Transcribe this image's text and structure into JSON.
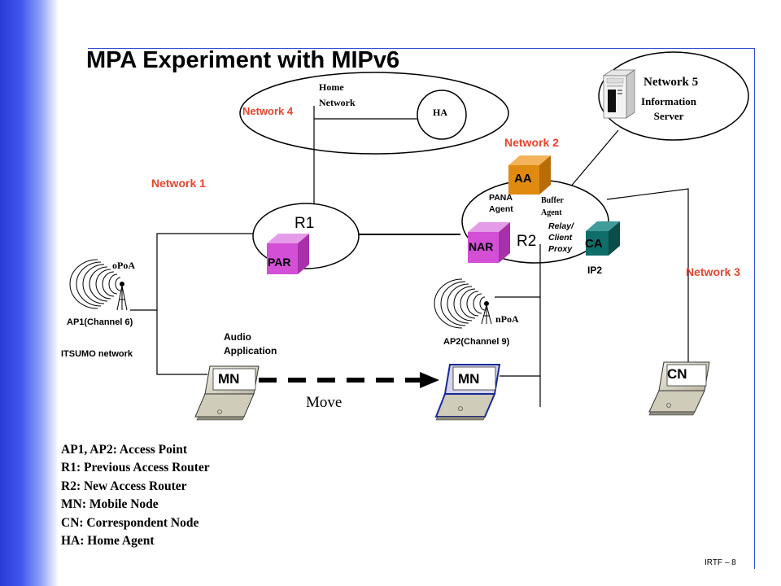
{
  "slide": {
    "title": "MPA Experiment with MIPv6",
    "footer": "IRTF  – 8"
  },
  "networks": {
    "network1": "Network 1",
    "network2": "Network 2",
    "network3": "Network 3",
    "network4": "Network 4",
    "network5": "Network 5"
  },
  "labels": {
    "home_network_line1": "Home",
    "home_network_line2": "Network",
    "ha": "HA",
    "info_server_line1": "Information",
    "info_server_line2": "Server",
    "r1": "R1",
    "r2": "R2",
    "par": "PAR",
    "nar": "NAR",
    "aa": "AA",
    "ca": "CA",
    "ip2": "IP2",
    "pana_agent_line1": "PANA",
    "pana_agent_line2": "Agent",
    "buffer_agent_line1": "Buffer",
    "buffer_agent_line2": "Agent",
    "relay_line1": "Relay/",
    "relay_line2": "Client",
    "relay_line3": "Proxy",
    "opoa": "oPoA",
    "npoa": "nPoA",
    "ap1": "AP1(Channel  6)",
    "ap2": "AP2(Channel  9)",
    "itsumo": "ITSUMO network",
    "audio_line1": "Audio",
    "audio_line2": "Application",
    "mn_left": "MN",
    "mn_right": "MN",
    "cn": "CN",
    "move": "Move"
  },
  "legend": [
    "AP1, AP2: Access Point",
    "R1: Previous Access Router",
    "R2: New Access Router",
    "MN: Mobile Node",
    "CN: Correspondent Node",
    "HA: Home Agent"
  ],
  "colors": {
    "sidebar_blue": "#2a3bd6",
    "frame_blue": "#2f4fd1",
    "network_label_red": "#e8452c",
    "par_nar_magenta": "#d24fd6",
    "aa_orange": "#e08a10",
    "ca_teal": "#0f6d6a"
  }
}
